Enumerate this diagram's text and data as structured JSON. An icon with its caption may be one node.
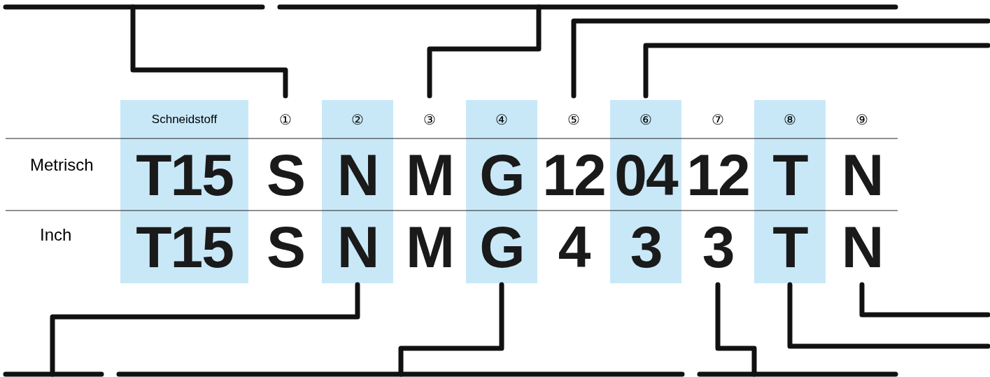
{
  "diagram": {
    "nodes": [
      {
        "text": [
          "Schneidstoff",
          "T15",
          "T15"
        ]
      },
      {
        "text": [
          "①",
          "S",
          "S"
        ]
      },
      {
        "text": [
          "②",
          "N",
          "N"
        ]
      },
      {
        "text": [
          "③",
          "M",
          "M"
        ]
      },
      {
        "text": [
          "④",
          "G",
          "G"
        ]
      },
      {
        "text": [
          "⑤",
          "12",
          "4"
        ]
      },
      {
        "text": [
          "⑥",
          "04",
          "3"
        ]
      },
      {
        "text": [
          "⑦",
          "12",
          "3"
        ]
      },
      {
        "text": [
          "⑧",
          "T",
          "T"
        ]
      },
      {
        "text": [
          "⑨",
          "N",
          "N"
        ]
      }
    ],
    "edges": [
      {
        "from": null,
        "to": 1,
        "arrow": "none"
      },
      {
        "from": null,
        "to": 3,
        "arrow": "none"
      },
      {
        "from": null,
        "to": 5,
        "arrow": "none"
      },
      {
        "from": null,
        "to": 6,
        "arrow": "none"
      },
      {
        "from": null,
        "to": 2,
        "arrow": "none"
      },
      {
        "from": null,
        "to": 4,
        "arrow": "none"
      },
      {
        "from": null,
        "to": 7,
        "arrow": "none"
      },
      {
        "from": null,
        "to": 9,
        "arrow": "none"
      },
      {
        "from": null,
        "to": 8,
        "arrow": "none"
      }
    ],
    "labels": [
      "Metrisch",
      "Inch"
    ]
  }
}
